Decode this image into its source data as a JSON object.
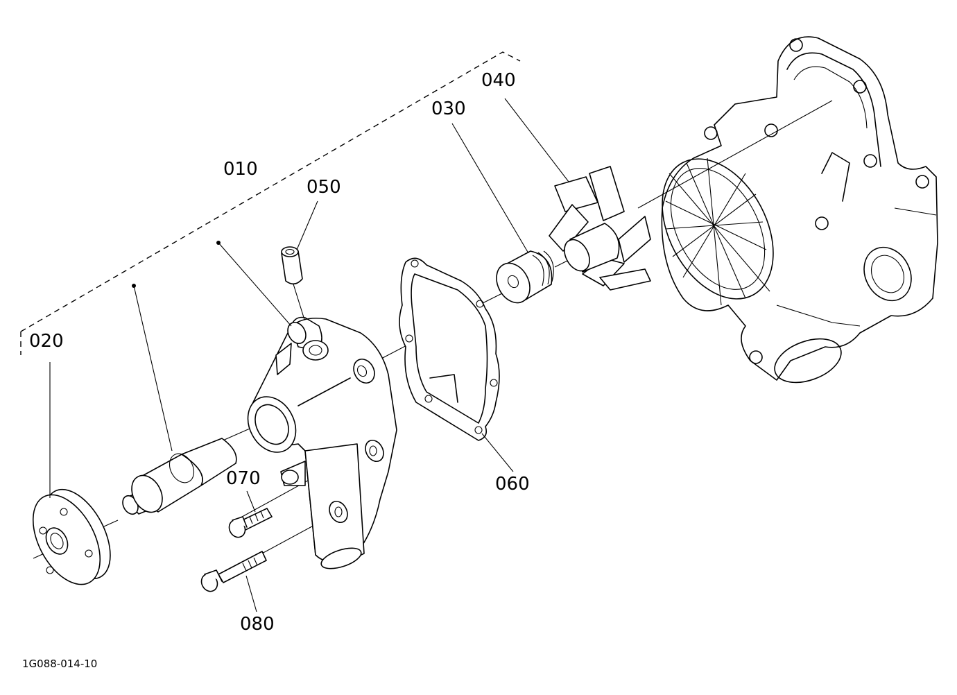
{
  "callouts": [
    {
      "id": "010",
      "text": "010"
    },
    {
      "id": "020",
      "text": "020"
    },
    {
      "id": "030",
      "text": "030"
    },
    {
      "id": "040",
      "text": "040"
    },
    {
      "id": "050",
      "text": "050"
    },
    {
      "id": "060",
      "text": "060"
    },
    {
      "id": "070",
      "text": "070"
    },
    {
      "id": "080",
      "text": "080"
    }
  ],
  "drawing_code": "1G088-014-10"
}
